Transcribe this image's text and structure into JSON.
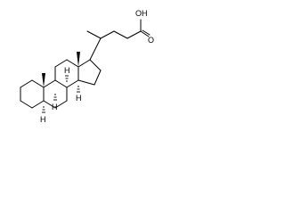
{
  "figure": {
    "type": "skeletal-structure",
    "atom_labels": {
      "oh": "OH",
      "o": "O",
      "h8": "H",
      "h9": "H",
      "h14": "H",
      "h5": "H"
    }
  }
}
